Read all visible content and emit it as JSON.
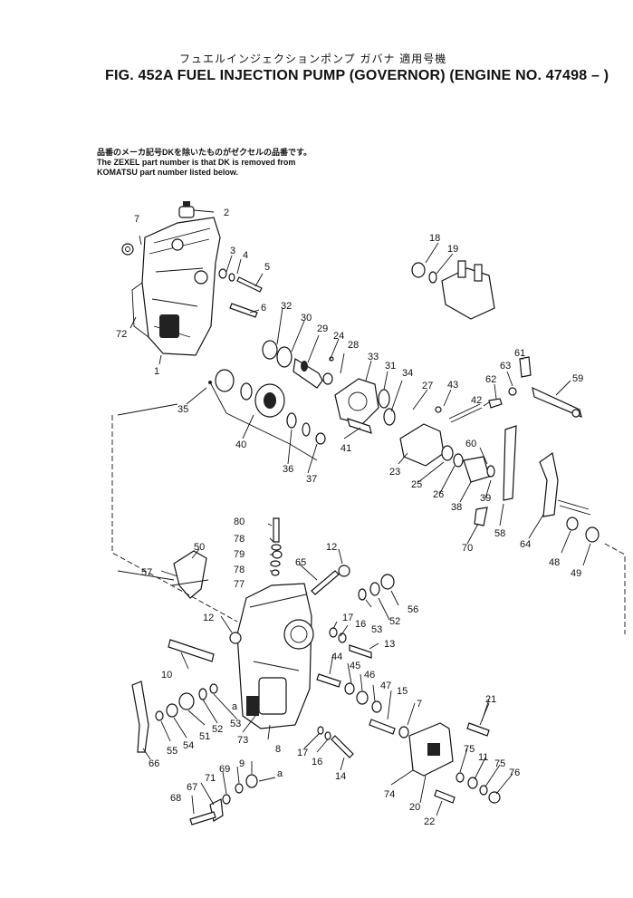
{
  "header": {
    "japanese_title": "フュエルインジェクションポンプ ガバナ 適用号機",
    "figure_title": "FIG. 452A  FUEL INJECTION PUMP (GOVERNOR) (ENGINE NO. 47498 – )"
  },
  "notes": {
    "japanese": "品番のメーカ記号DKを除いたものがゼクセルの品番です。",
    "line1": "The ZEXEL part number is that DK is removed from",
    "line2": "KOMATSU part number listed below."
  },
  "callouts": [
    "7",
    "2",
    "3",
    "4",
    "5",
    "6",
    "72",
    "1",
    "32",
    "30",
    "29",
    "24",
    "28",
    "33",
    "31",
    "34",
    "27",
    "43",
    "35",
    "40",
    "36",
    "37",
    "41",
    "42",
    "62",
    "63",
    "61",
    "59",
    "18",
    "19",
    "23",
    "25",
    "26",
    "38",
    "39",
    "60",
    "58",
    "70",
    "64",
    "48",
    "49",
    "80",
    "78",
    "79",
    "78",
    "77",
    "65",
    "12",
    "50",
    "57",
    "12",
    "17",
    "16",
    "53",
    "52",
    "56",
    "13",
    "10",
    "44",
    "45",
    "46",
    "47",
    "15",
    "7",
    "21",
    "73",
    "8",
    "66",
    "55",
    "54",
    "51",
    "52",
    "53",
    "a",
    "17",
    "16",
    "14",
    "9",
    "69",
    "71",
    "67",
    "68",
    "a",
    "75",
    "11",
    "75",
    "76",
    "74",
    "20",
    "22"
  ]
}
